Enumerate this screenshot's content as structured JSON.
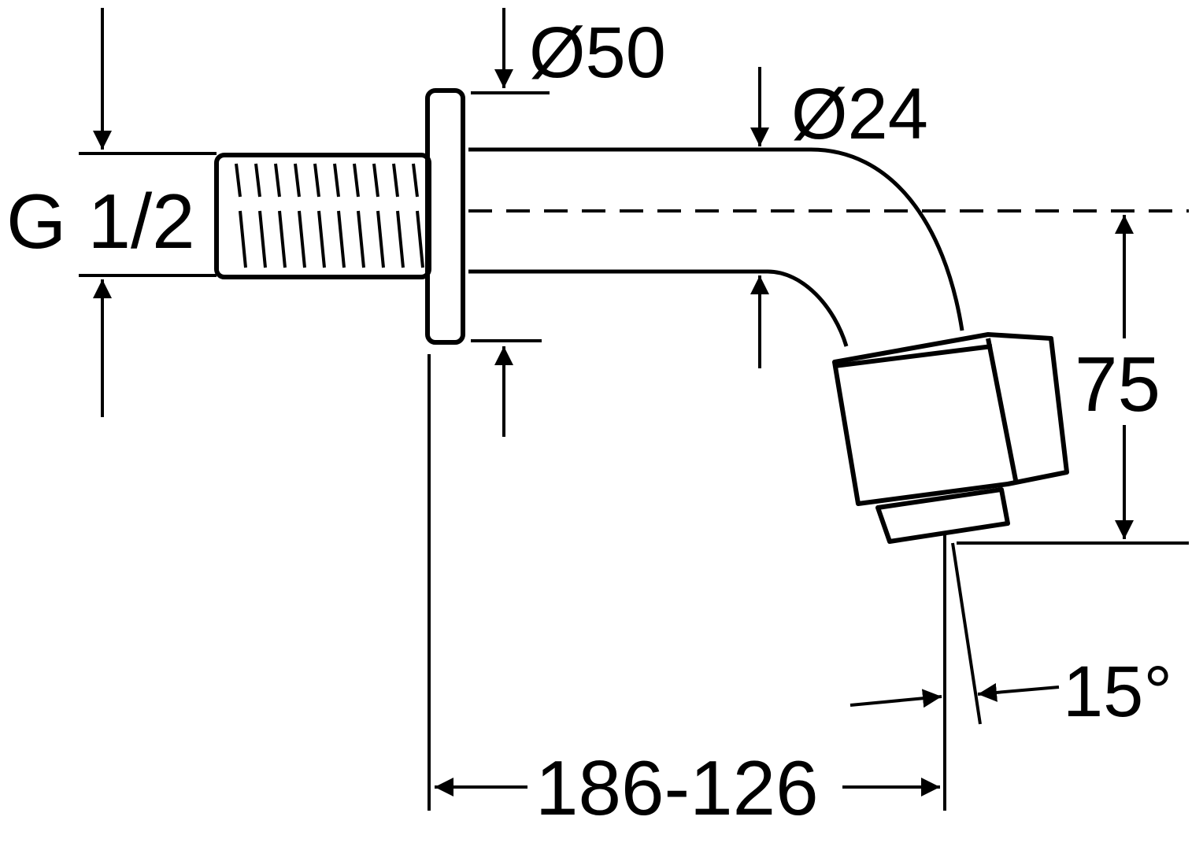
{
  "drawing": {
    "type": "technical-drawing",
    "subject": "wall spout with angled outlet",
    "stroke_color": "#000000",
    "background": "#ffffff"
  },
  "dimensions": {
    "thread": "G 1/2",
    "rosette_diameter": "Ø50",
    "pipe_diameter": "Ø24",
    "height": "75",
    "angle": "15°",
    "projection": "186-126"
  }
}
